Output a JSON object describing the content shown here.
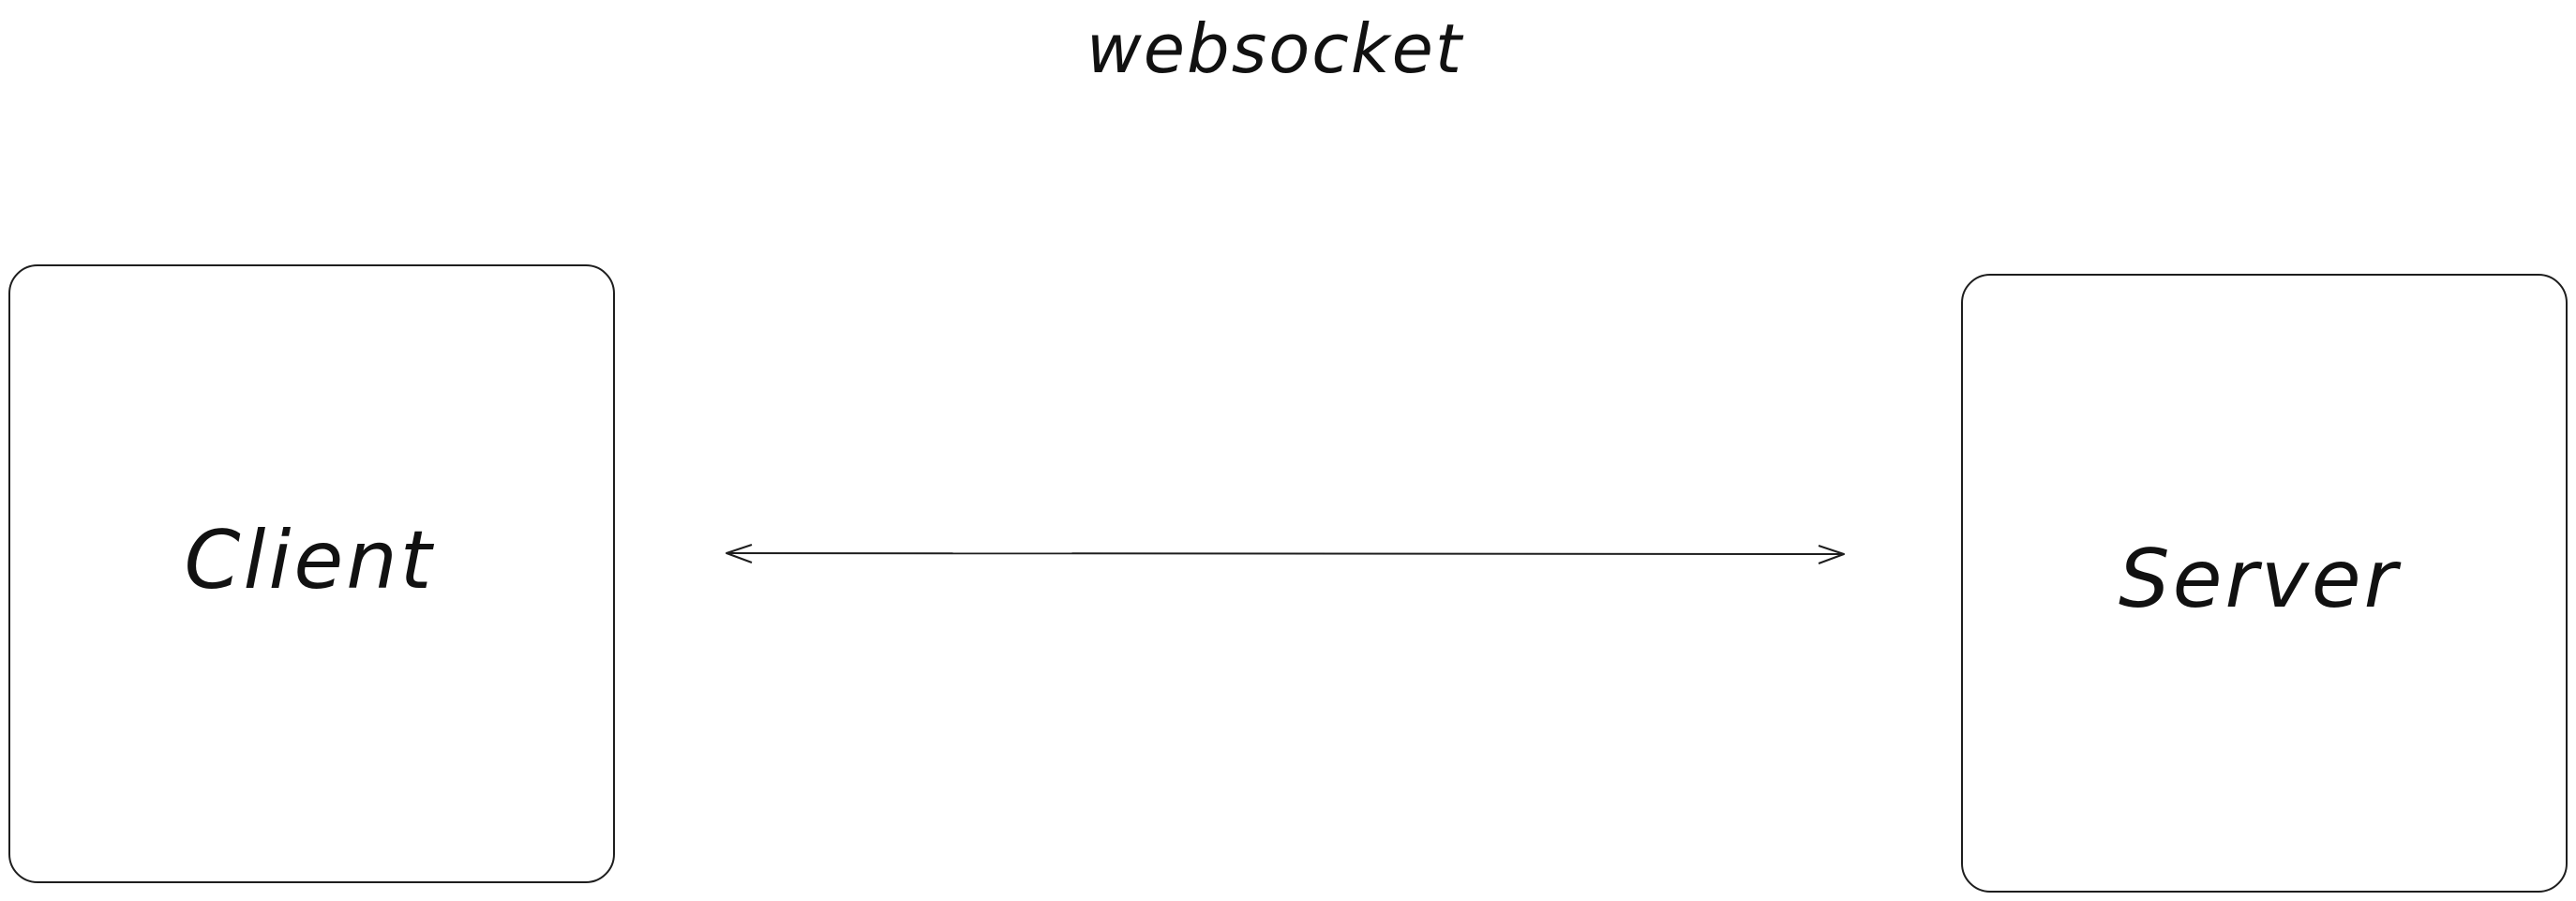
{
  "title": "websocket",
  "nodes": {
    "client": {
      "label": "Client"
    },
    "server": {
      "label": "Server"
    }
  },
  "connector": {
    "type": "bidirectional-arrow",
    "from": "client",
    "to": "server"
  },
  "colors": {
    "background": "#ffffff",
    "stroke": "#1e1e1e"
  }
}
